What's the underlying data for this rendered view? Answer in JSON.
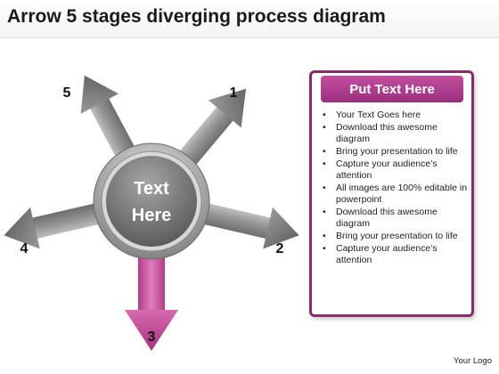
{
  "title": "Arrow 5 stages diverging process diagram",
  "center": {
    "line1": "Text",
    "line2": "Here"
  },
  "stages": [
    {
      "number": "1",
      "color": "#8a8a8a"
    },
    {
      "number": "2",
      "color": "#8a8a8a"
    },
    {
      "number": "3",
      "color": "#c44b9a"
    },
    {
      "number": "4",
      "color": "#8a8a8a"
    },
    {
      "number": "5",
      "color": "#8a8a8a"
    }
  ],
  "panel": {
    "header": "Put Text Here",
    "accent_color": "#8b2b6e",
    "bullets": [
      "Your Text Goes here",
      "Download this awesome diagram",
      "Bring your presentation to life",
      "Capture your audience’s attention",
      "All images are 100% editable in powerpoint",
      "Download this awesome diagram",
      "Bring your presentation to life",
      "Capture your audience’s attention"
    ]
  },
  "footer": {
    "logo": "Your Logo"
  }
}
